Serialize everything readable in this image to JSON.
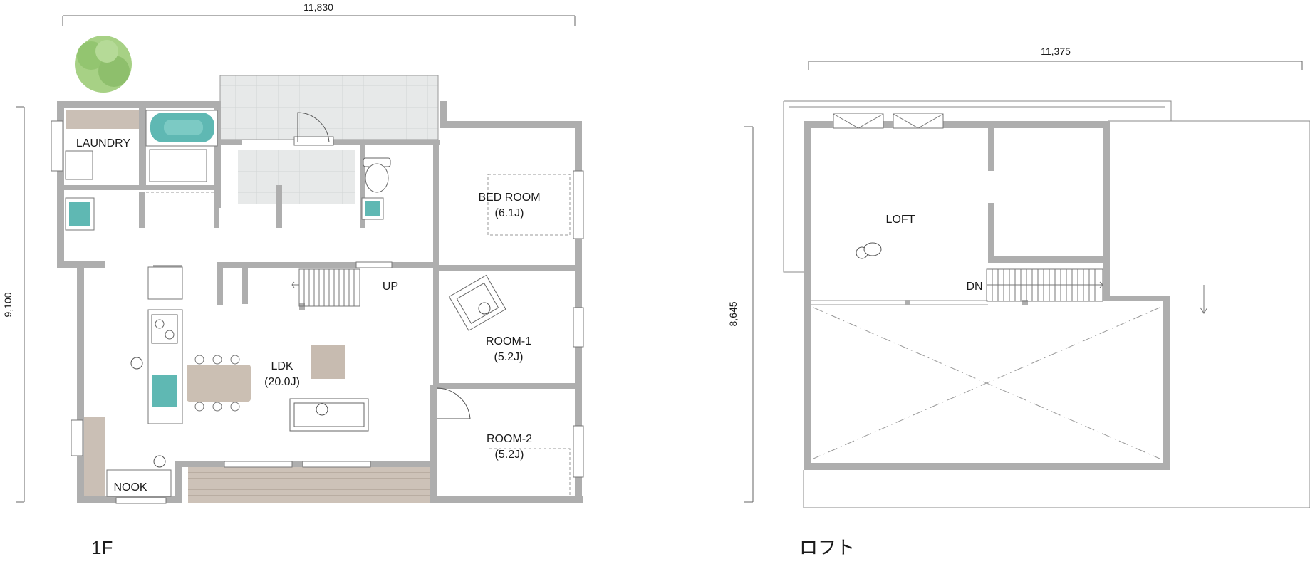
{
  "floor_1f": {
    "dim_width": "11,830",
    "dim_height": "9,100",
    "floor_label": "1F",
    "rooms": {
      "laundry": "LAUNDRY",
      "bedroom_name": "BED ROOM",
      "bedroom_size": "(6.1J)",
      "room1_name": "ROOM-1",
      "room1_size": "(5.2J)",
      "room2_name": "ROOM-2",
      "room2_size": "(5.2J)",
      "ldk_name": "LDK",
      "ldk_size": "(20.0J)",
      "nook": "NOOK",
      "stair_up": "UP"
    }
  },
  "floor_loft": {
    "dim_width": "11,375",
    "dim_height": "8,645",
    "floor_label": "ロフト",
    "rooms": {
      "loft": "LOFT",
      "stair_down": "DN"
    }
  },
  "colors": {
    "wall": "#aeaeae",
    "tile": "#e4e6e6",
    "wood": "#c9beb4",
    "water": "#5fb8b3",
    "tree": "#9bcd7a"
  },
  "icons": [
    "tree-icon",
    "bathtub-icon",
    "toilet-icon",
    "sink-icon",
    "stove-icon",
    "sofa-icon",
    "armchair-icon",
    "person-icon",
    "dining-table-icon",
    "arrow-down-icon"
  ]
}
